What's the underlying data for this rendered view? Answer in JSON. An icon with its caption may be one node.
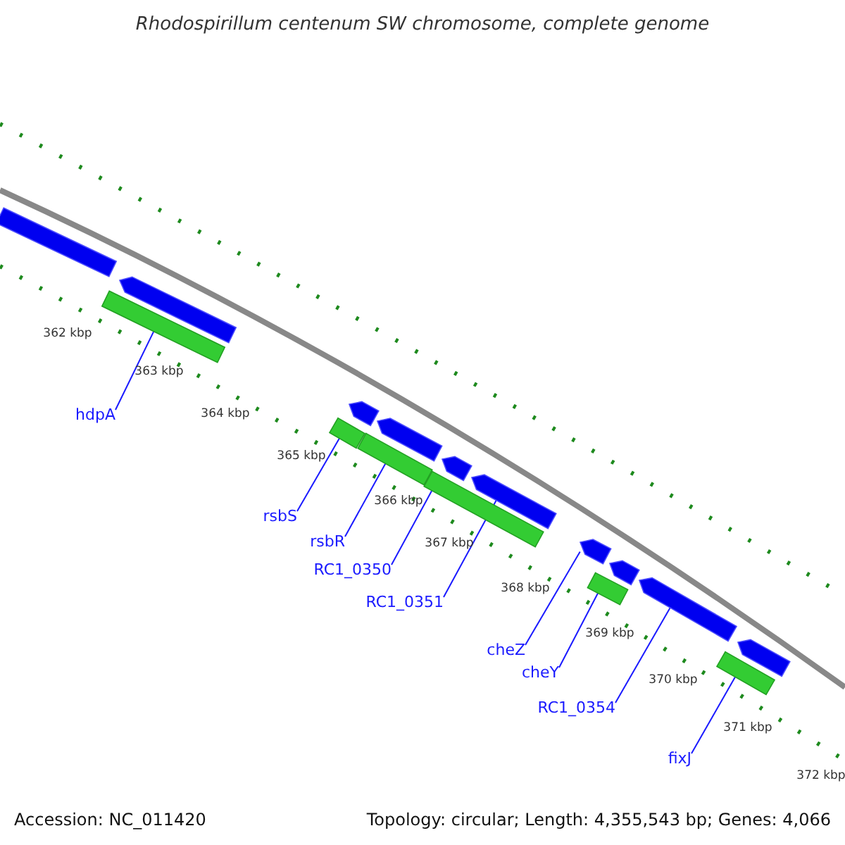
{
  "diagram": {
    "title": "Rhodospirillum centenum SW chromosome, complete genome",
    "nodes": [
      {
        "text": [
          "hdpA"
        ]
      },
      {
        "text": [
          "rsbS"
        ]
      },
      {
        "text": [
          "rsbR"
        ]
      },
      {
        "text": [
          "RC1_0350"
        ]
      },
      {
        "text": [
          "RC1_0351"
        ]
      },
      {
        "text": [
          "cheZ"
        ]
      },
      {
        "text": [
          "cheY"
        ]
      },
      {
        "text": [
          "RC1_0354"
        ]
      },
      {
        "text": [
          "fixJ"
        ]
      },
      {
        "text": [],
        "shape": "bar"
      },
      {
        "text": [],
        "shape": "pentagon"
      },
      {
        "text": [],
        "shape": "bar"
      },
      {
        "text": [],
        "shape": "pentagon"
      },
      {
        "text": [],
        "shape": "bar"
      },
      {
        "text": [],
        "shape": "pentagon"
      },
      {
        "text": [],
        "shape": "bar"
      },
      {
        "text": [],
        "shape": "pentagon"
      },
      {
        "text": [],
        "shape": "pentagon"
      },
      {
        "text": [],
        "shape": "bar"
      },
      {
        "text": [],
        "shape": "pentagon"
      },
      {
        "text": [],
        "shape": "pentagon"
      },
      {
        "text": [],
        "shape": "bar"
      },
      {
        "text": [],
        "shape": "pentagon"
      },
      {
        "text": [],
        "shape": "pentagon"
      },
      {
        "text": [],
        "shape": "bar"
      }
    ],
    "edges": [
      {
        "from": 0,
        "to": 11,
        "arrow": "none"
      },
      {
        "from": 1,
        "to": 13,
        "arrow": "none"
      },
      {
        "from": 2,
        "to": 15,
        "arrow": "none"
      },
      {
        "from": 3,
        "to": 18,
        "arrow": "none"
      },
      {
        "from": 4,
        "to": 17,
        "arrow": "none"
      },
      {
        "from": 5,
        "to": 19,
        "arrow": "none"
      },
      {
        "from": 6,
        "to": 21,
        "arrow": "none"
      },
      {
        "from": 7,
        "to": 22,
        "arrow": "none"
      },
      {
        "from": 8,
        "to": 24,
        "arrow": "none"
      }
    ],
    "labels": [
      "362 kbp",
      "363 kbp",
      "364 kbp",
      "365 kbp",
      "366 kbp",
      "367 kbp",
      "368 kbp",
      "369 kbp",
      "370 kbp",
      "371 kbp",
      "372 kbp",
      "Accession: NC_011420",
      "Topology: circular; Length: 4,355,543 bp; Genes: 4,066"
    ]
  }
}
